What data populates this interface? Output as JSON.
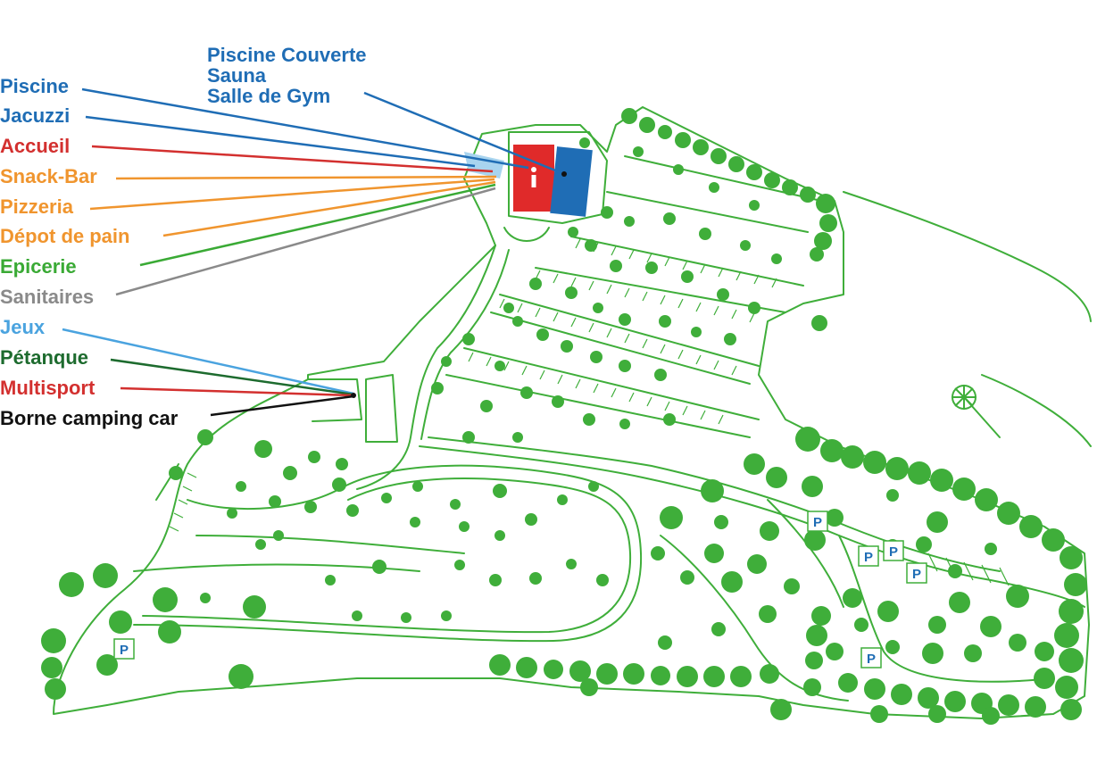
{
  "map": {
    "top_label": {
      "lines": [
        "Piscine Couverte",
        "Sauna",
        "Salle de Gym"
      ],
      "color": "#1f6db5"
    },
    "labels": [
      {
        "text": "Piscine",
        "color": "#1f6db5"
      },
      {
        "text": "Jacuzzi",
        "color": "#1f6db5"
      },
      {
        "text": "Accueil",
        "color": "#d3302f"
      },
      {
        "text": "Snack-Bar",
        "color": "#f0952e"
      },
      {
        "text": "Pizzeria",
        "color": "#f0952e"
      },
      {
        "text": "Dépot de pain",
        "color": "#f0952e"
      },
      {
        "text": "Epicerie",
        "color": "#3aaa35"
      },
      {
        "text": "Sanitaires",
        "color": "#8a8a8a"
      },
      {
        "text": "Jeux",
        "color": "#4aa3df"
      },
      {
        "text": "Pétanque",
        "color": "#1d6b2e"
      },
      {
        "text": "Multisport",
        "color": "#d3302f"
      },
      {
        "text": "Borne camping car",
        "color": "#111111"
      }
    ],
    "parking_label": "P",
    "parking_count": 6,
    "colors": {
      "vegetation": "#3fae3a",
      "outline": "#3fae3a",
      "building_red": "#e02a2a",
      "building_blue": "#1f6db5",
      "pool": "#a8d4ef"
    },
    "icons": [
      "compass-rose-icon",
      "info-icon",
      "parking-icon"
    ]
  }
}
